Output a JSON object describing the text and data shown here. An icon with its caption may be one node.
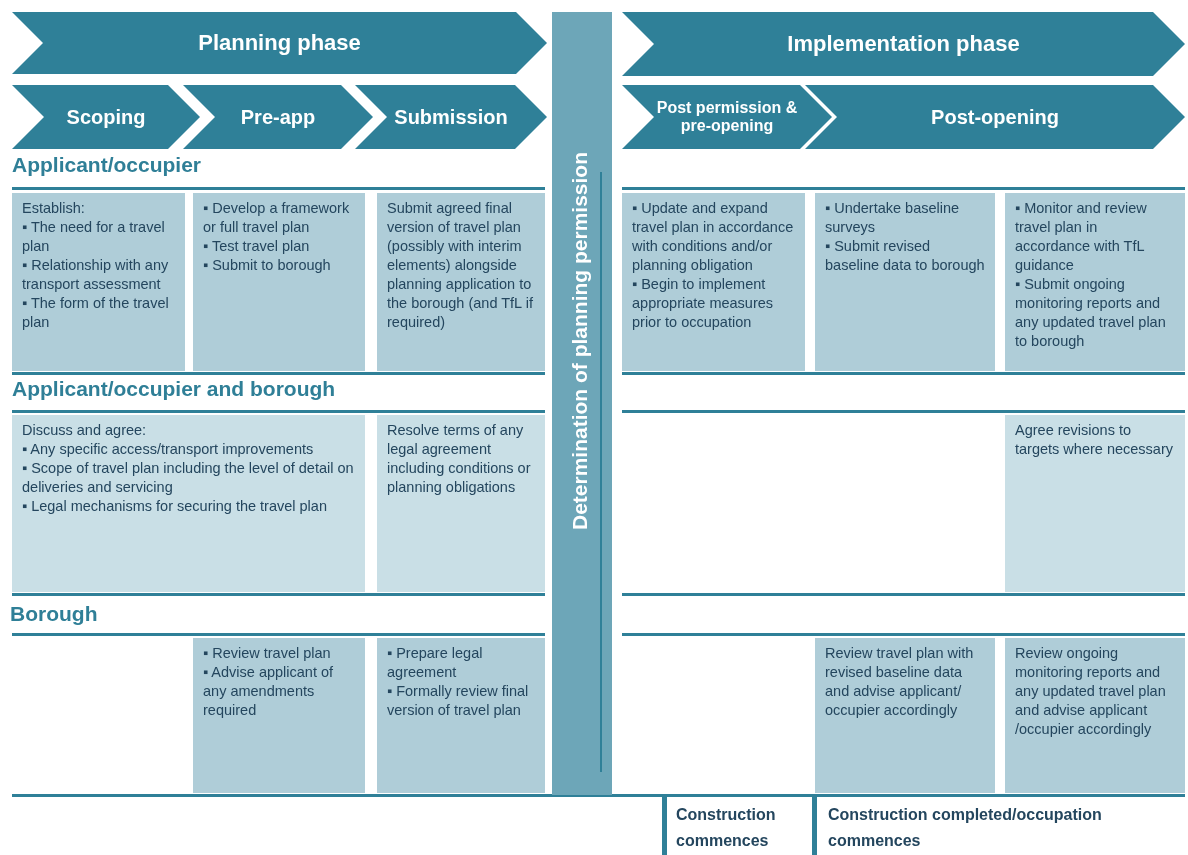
{
  "diagram": {
    "nodes": [
      {
        "text": [
          "Planning phase"
        ]
      },
      {
        "text": [
          "Scoping"
        ]
      },
      {
        "text": [
          "Pre-app"
        ]
      },
      {
        "text": [
          "Submission"
        ]
      },
      {
        "text": [
          "Implementation phase"
        ]
      },
      {
        "text": [
          "Post permission & pre-opening"
        ]
      },
      {
        "text": [
          "Post-opening"
        ]
      },
      {
        "text": [
          "Determination of planning permission"
        ]
      },
      {
        "text": [
          "Establish:",
          "▪ The need for a travel plan",
          "▪ Relationship with any transport assessment",
          "▪ The form of the travel plan"
        ]
      },
      {
        "text": [
          "▪ Develop a framework or full travel plan",
          "▪ Test travel plan",
          "▪ Submit to borough"
        ]
      },
      {
        "text": [
          "Submit agreed final version of travel plan (possibly with interim elements) alongside planning application to the borough (and TfL if required)"
        ]
      },
      {
        "text": [
          "▪ Update and expand travel plan in accordance with conditions and/or planning obligation",
          "▪ Begin to implement appropriate measures prior to occupation"
        ]
      },
      {
        "text": [
          "▪ Undertake baseline surveys",
          "▪ Submit revised baseline data to borough"
        ]
      },
      {
        "text": [
          "▪ Monitor and review travel plan in accordance with TfL guidance",
          "▪ Submit ongoing monitoring reports and any updated travel plan to borough"
        ]
      },
      {
        "text": [
          "Discuss and agree:",
          "▪ Any specific access/transport improvements",
          "▪ Scope of travel plan including the level of detail on deliveries and servicing",
          "▪ Legal mechanisms for securing the travel plan"
        ]
      },
      {
        "text": [
          "Resolve terms of any legal agreement including conditions or planning obligations"
        ]
      },
      {
        "text": [
          "Agree revisions to targets where necessary"
        ]
      },
      {
        "text": [
          "▪ Review travel plan",
          "▪ Advise applicant of any amendments required"
        ]
      },
      {
        "text": [
          "▪ Prepare legal agreement",
          "▪ Formally review final version of travel plan"
        ]
      },
      {
        "text": [
          "Review travel plan with revised baseline data and advise applicant/ occupier accordingly"
        ]
      },
      {
        "text": [
          "Review ongoing monitoring reports and any updated travel plan and advise applicant /occupier accordingly"
        ]
      }
    ],
    "labels": [
      "Applicant/occupier",
      "Applicant/occupier and borough",
      "Borough",
      "Construction commences",
      "Construction completed/occupation commences"
    ]
  }
}
